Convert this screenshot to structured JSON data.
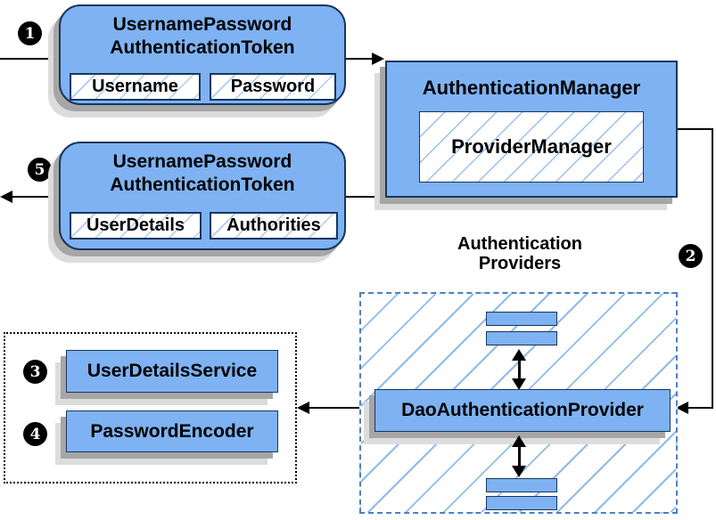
{
  "steps": {
    "s1": "1",
    "s2": "2",
    "s3": "3",
    "s4": "4",
    "s5": "5"
  },
  "request_token": {
    "title_line1": "UsernamePassword",
    "title_line2": "AuthenticationToken",
    "field_username": "Username",
    "field_password": "Password"
  },
  "auth_manager": {
    "title": "AuthenticationManager",
    "provider_manager": "ProviderManager"
  },
  "result_token": {
    "title_line1": "UsernamePassword",
    "title_line2": "AuthenticationToken",
    "field_userdetails": "UserDetails",
    "field_authorities": "Authorities"
  },
  "providers": {
    "heading_line1": "Authentication",
    "heading_line2": "Providers",
    "dao_provider": "DaoAuthenticationProvider"
  },
  "services": {
    "user_details_service": "UserDetailsService",
    "password_encoder": "PasswordEncoder"
  },
  "colors": {
    "box_fill": "#7EB2F2",
    "box_border": "#17365D",
    "hatch_line": "#9CC3F0",
    "dashed_border": "#4C80C0",
    "dotted_border": "#000000",
    "shadow": "#A6A6A6",
    "line": "#000000",
    "badge_bg": "#000000",
    "badge_text": "#FFFFFF"
  }
}
